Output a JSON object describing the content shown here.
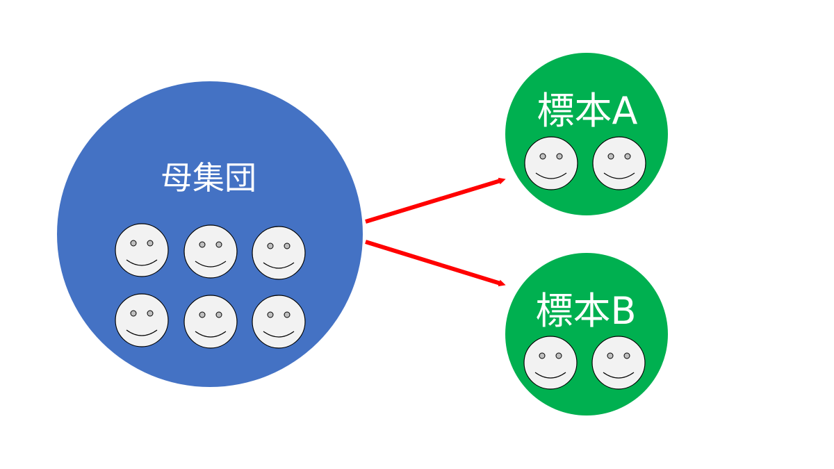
{
  "population": {
    "label": "母集団",
    "color": "#4472C4",
    "member_count": 6
  },
  "samples": [
    {
      "label": "標本A",
      "color": "#00B050",
      "member_count": 2
    },
    {
      "label": "標本B",
      "color": "#00B050",
      "member_count": 2
    }
  ],
  "arrow_color": "#FF0000",
  "face": {
    "fill": "#F2F2F2",
    "eye_fill": "#BFBFBF",
    "stroke": "#000000"
  }
}
